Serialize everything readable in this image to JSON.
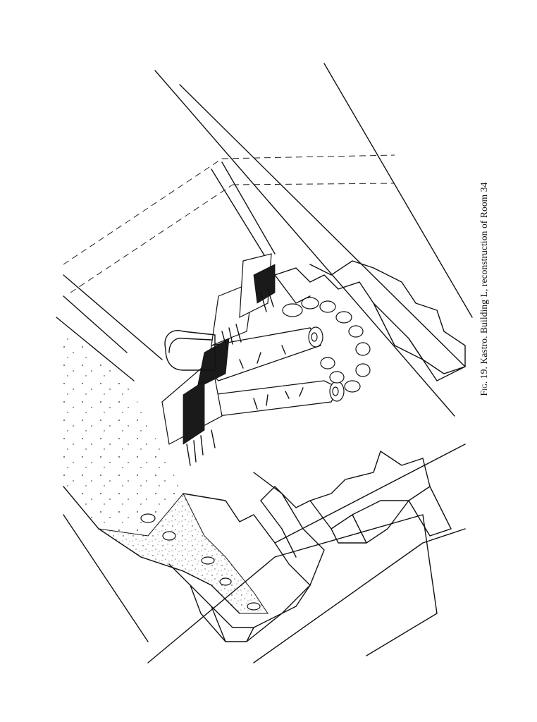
{
  "caption": {
    "label": "Fig.",
    "number": "19.",
    "text": "Kastro. Building L, reconstruction of Room 34"
  }
}
